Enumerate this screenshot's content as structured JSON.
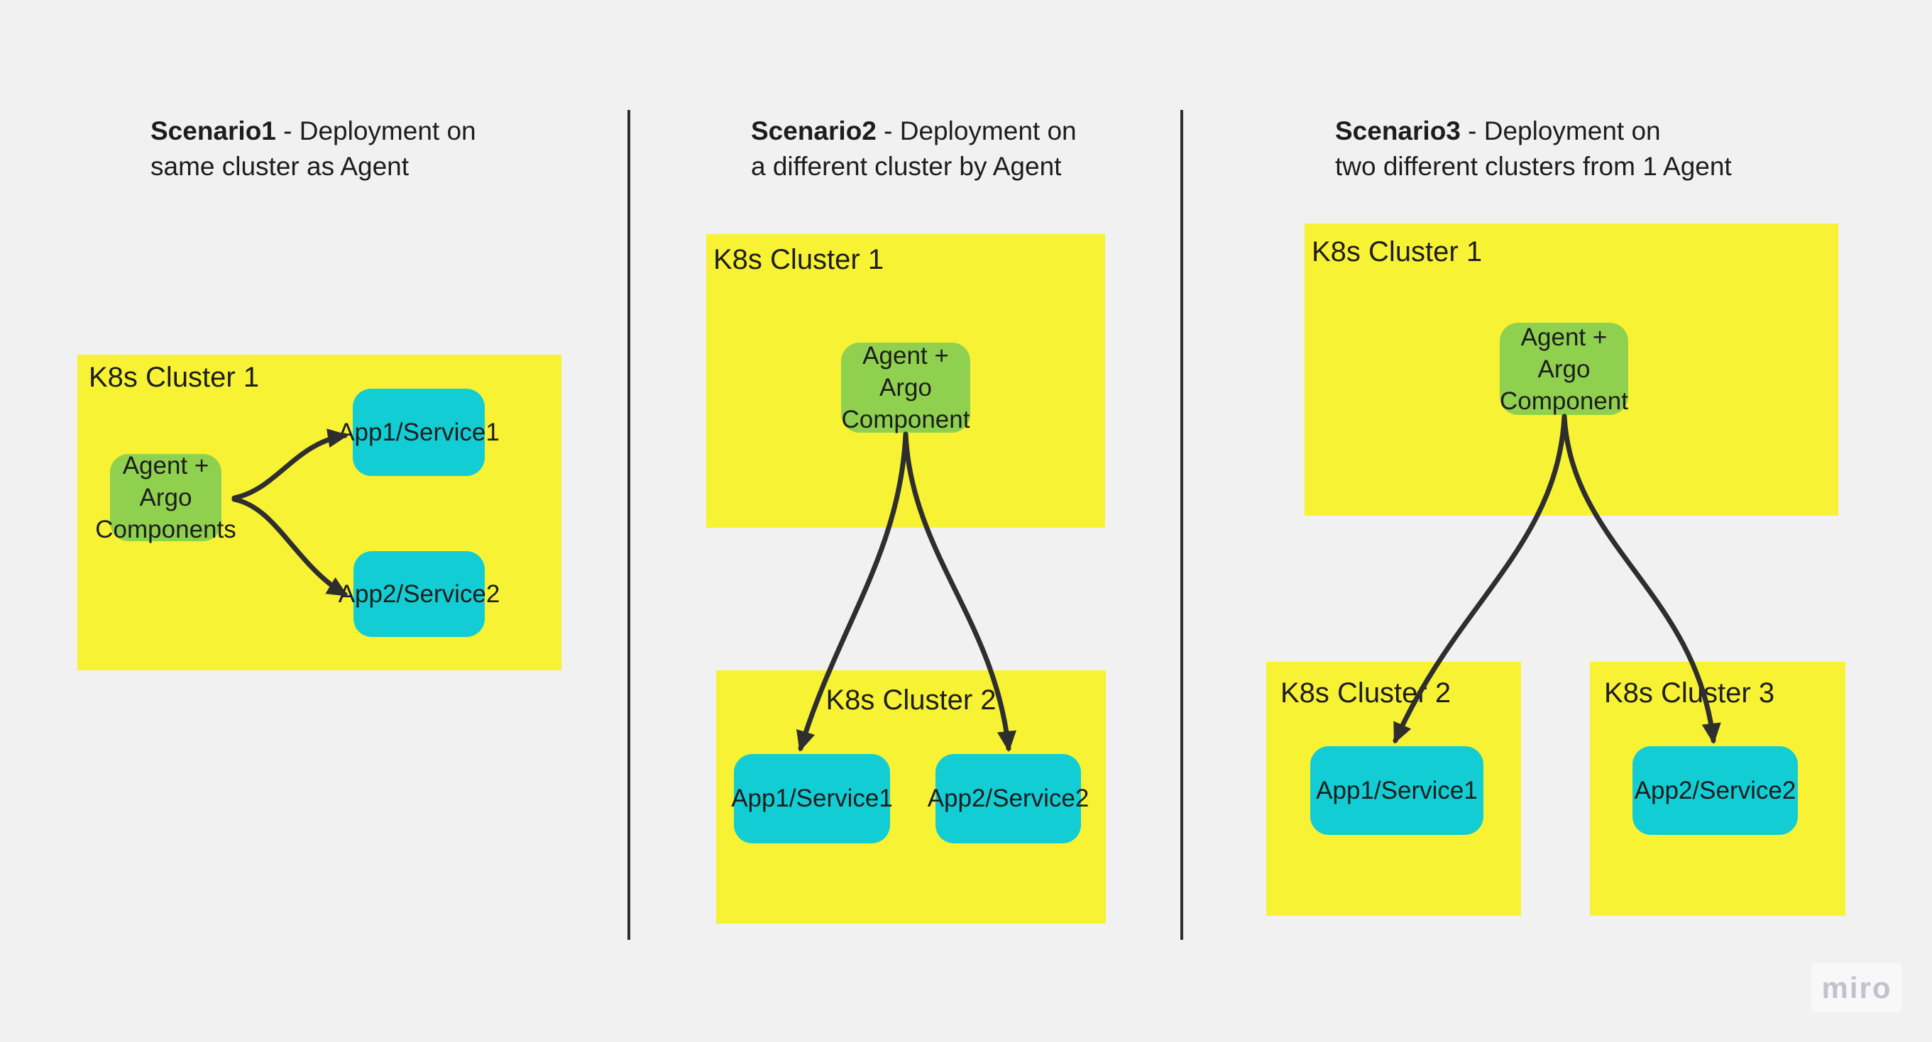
{
  "board": {
    "watermark": "miro",
    "colors": {
      "background": "#F1F1F2",
      "yellow": "#F8F235",
      "green": "#8FD14F",
      "cyan": "#12CDD4",
      "ink": "#1D1D1D",
      "arrow": "#2E2E2E",
      "divider": "#2E2E2E",
      "wmbg": "#F8F8F9",
      "wmtext": "#C2C2CC"
    }
  },
  "scenarios": [
    {
      "title": {
        "bold": "Scenario1",
        "rest": " - Deployment on",
        "line2": "same cluster as Agent"
      },
      "agent": {
        "lines": [
          "Agent + Argo",
          "Components"
        ]
      },
      "clusters": [
        {
          "label": "K8s Cluster 1",
          "apps": [
            "App1/Service1",
            "App2/Service2"
          ]
        }
      ]
    },
    {
      "title": {
        "bold": "Scenario2",
        "rest": " - Deployment on",
        "line2": "a different cluster by Agent"
      },
      "agent": {
        "lines": [
          "Agent +",
          "Argo",
          "Component"
        ]
      },
      "clusters": [
        {
          "label": "K8s Cluster 1",
          "apps": []
        },
        {
          "label": "K8s Cluster 2",
          "apps": [
            "App1/Service1",
            "App2/Service2"
          ]
        }
      ]
    },
    {
      "title": {
        "bold": "Scenario3",
        "rest": " - Deployment on",
        "line2": "two different clusters from 1 Agent"
      },
      "agent": {
        "lines": [
          "Agent +",
          "Argo",
          "Component"
        ]
      },
      "clusters": [
        {
          "label": "K8s Cluster 1",
          "apps": []
        },
        {
          "label": "K8s Cluster 2",
          "apps": [
            "App1/Service1"
          ]
        },
        {
          "label": "K8s Cluster 3",
          "apps": [
            "App2/Service2"
          ]
        }
      ]
    }
  ]
}
